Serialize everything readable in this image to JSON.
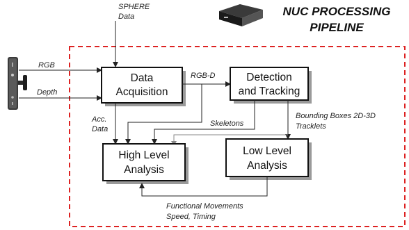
{
  "title": {
    "line1": "NUC PROCESSING",
    "line2": "PIPELINE"
  },
  "colors": {
    "pipeline_border": "#dd2222",
    "box_stroke": "#111111",
    "box_shadow": "#9a9a9a"
  },
  "boxes": {
    "data_acquisition": {
      "line1": "Data",
      "line2": "Acquisition"
    },
    "detection_tracking": {
      "line1": "Detection",
      "line2": "and Tracking"
    },
    "high_level_analysis": {
      "line1": "High Level",
      "line2": "Analysis"
    },
    "low_level_analysis": {
      "line1": "Low Level",
      "line2": "Analysis"
    }
  },
  "labels": {
    "sphere_data_1": "SPHERE",
    "sphere_data_2": "Data",
    "rgb": "RGB",
    "depth": "Depth",
    "rgbd": "RGB-D",
    "acc_data_1": "Acc.",
    "acc_data_2": "Data",
    "skeletons": "Skeletons",
    "bounding_boxes_1": "Bounding Boxes 2D-3D",
    "bounding_boxes_2": "Tracklets",
    "functional_1": "Functional Movements",
    "functional_2": "Speed, Timing"
  },
  "icons": {
    "sensor": "depth-camera-icon",
    "nuc": "nuc-computer-icon"
  }
}
